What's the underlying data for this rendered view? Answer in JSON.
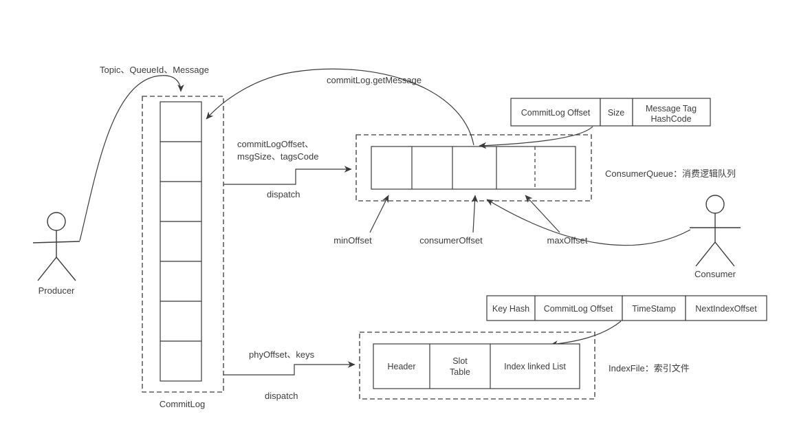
{
  "diagram": {
    "topic_label": "Topic、QueueId、Message",
    "get_message_label": "commitLog.getMessage",
    "dispatch_args_line1": "commitLogOffset、",
    "dispatch_args_line2": "msgSize、tagsCode",
    "dispatch_top_label": "dispatch",
    "dispatch_bottom_label": "dispatch",
    "phyoffset_label": "phyOffset、keys",
    "producer_label": "Producer",
    "consumer_label": "Consumer",
    "commitlog_label": "CommitLog",
    "consumerqueue_label": "ConsumerQueue：消费逻辑队列",
    "indexfile_label": "IndexFile：索引文件",
    "min_offset_label": "minOffset",
    "consumer_offset_label": "consumerOffset",
    "max_offset_label": "maxOffset"
  },
  "cq_record": {
    "commitlog_offset": "CommitLog Offset",
    "size": "Size",
    "tag_line1": "Message Tag",
    "tag_line2": "HashCode"
  },
  "index_record": {
    "key_hash": "Key Hash",
    "commitlog_offset": "CommitLog Offset",
    "timestamp": "TimeStamp",
    "next_index_offset": "NextIndexOffset"
  },
  "indexfile": {
    "header": "Header",
    "slot_line1": "Slot",
    "slot_line2": "Table",
    "index_list": "Index linked List"
  }
}
